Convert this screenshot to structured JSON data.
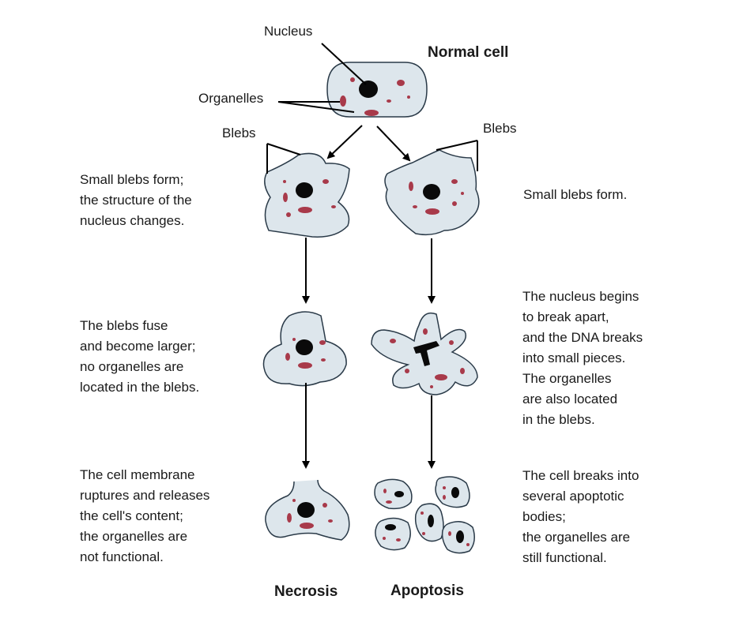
{
  "labels": {
    "nucleus": "Nucleus",
    "organelles": "Organelles",
    "blebs_left": "Blebs",
    "blebs_right": "Blebs",
    "normal_cell": "Normal cell",
    "necrosis": "Necrosis",
    "apoptosis": "Apoptosis"
  },
  "necrosis_steps": [
    "Small blebs form;\nthe structure of the\nnucleus changes.",
    "The blebs fuse\nand become larger;\nno organelles are\nlocated in the blebs.",
    "The cell membrane\nruptures and releases\nthe cell's content;\nthe organelles are\nnot functional."
  ],
  "apoptosis_steps": [
    "Small blebs form.",
    "The nucleus begins\nto break apart,\nand the DNA breaks\ninto small pieces.\nThe organelles\nare also located\nin the blebs.",
    "The cell breaks into\nseveral apoptotic\nbodies;\nthe organelles are\nstill functional."
  ],
  "colors": {
    "cell_fill": "#dde6ec",
    "cell_stroke": "#2a3a48",
    "organelle": "#a83a4a",
    "nucleus": "#0a0a0a",
    "arrow": "#000000"
  }
}
